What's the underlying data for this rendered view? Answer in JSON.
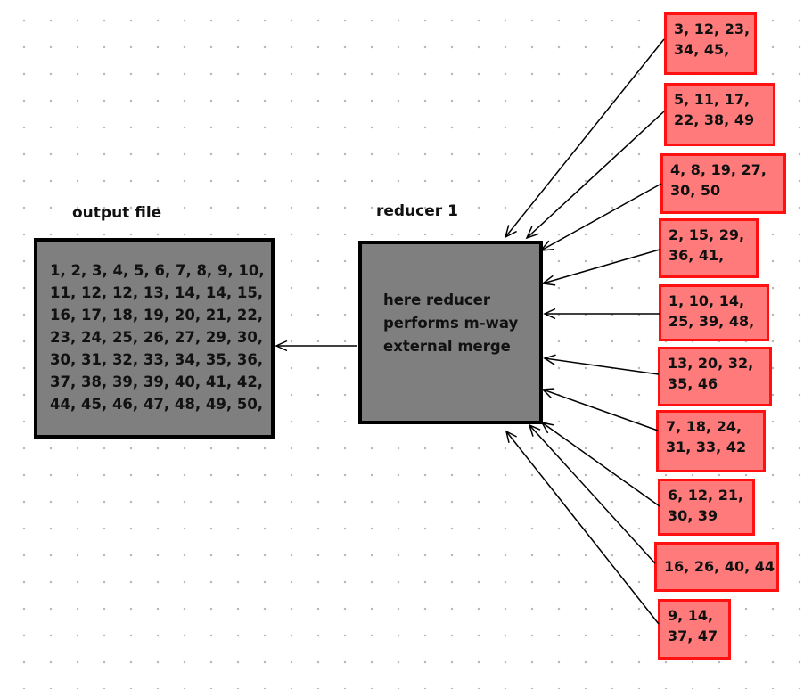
{
  "output": {
    "title": "output file",
    "content": "1, 2, 3, 4, 5, 6, 7, 8, 9, 10,\n11, 12, 12, 13, 14, 14, 15,\n16, 17, 18, 19, 20, 21, 22,\n23, 24, 25, 26, 27, 29, 30,\n30, 31, 32, 33, 34, 35, 36,\n37, 38, 39, 39, 40, 41, 42,\n44, 45, 46, 47, 48, 49, 50,"
  },
  "reducer": {
    "title": "reducer 1",
    "content": "here reducer\nperforms m-way\nexternal merge"
  },
  "chunks": [
    "3, 12, 23,\n34, 45,",
    "5, 11, 17,\n 22, 38, 49",
    "4, 8, 19, 27,\n 30, 50",
    "2, 15, 29,\n36, 41,",
    "1, 10, 14,\n25, 39, 48,",
    "13, 20, 32,\n35, 46",
    "7, 18, 24,\n31, 33, 42",
    "6, 12, 21,\n30, 39",
    "16, 26, 40, 44",
    "9, 14,\n37, 47"
  ],
  "colors": {
    "box_fill": "#7f7f7f",
    "box_border": "#000000",
    "chunk_fill": "#ff7b7b",
    "chunk_border": "#ff1111"
  }
}
